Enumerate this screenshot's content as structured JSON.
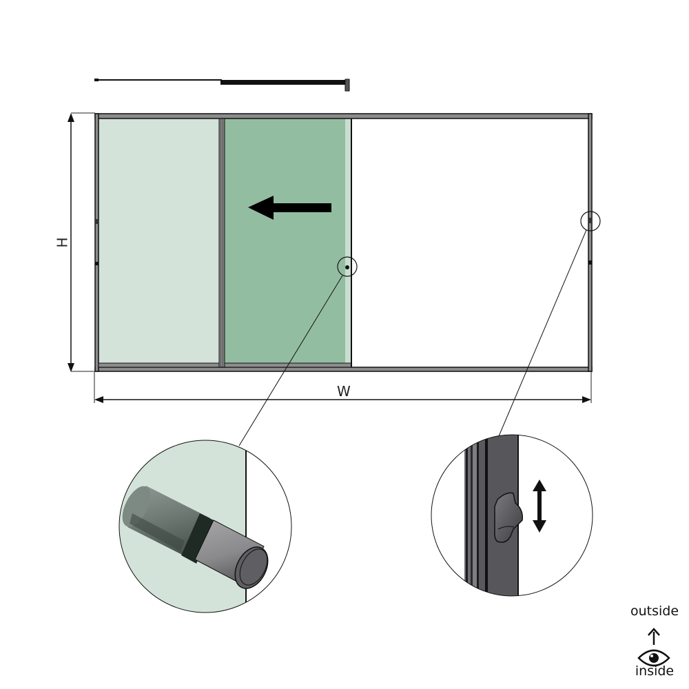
{
  "diagram": {
    "type": "sliding-door-schematic",
    "dimensions": {
      "height_label": "H",
      "width_label": "W"
    },
    "panels": [
      {
        "name": "fixed-panel",
        "color": "#d3e3da"
      },
      {
        "name": "sliding-panel",
        "color": "#93bda1",
        "direction": "left"
      },
      {
        "name": "opening",
        "color": "#ffffff"
      }
    ],
    "details": [
      {
        "name": "handle-pull-detail",
        "description": "cylindrical pull knob"
      },
      {
        "name": "latch-detail",
        "description": "latch with up/down movement arrow"
      }
    ],
    "frame_color": "#8c8c8c",
    "orientation_legend": {
      "top_label": "outside",
      "bottom_label": "inside"
    }
  }
}
